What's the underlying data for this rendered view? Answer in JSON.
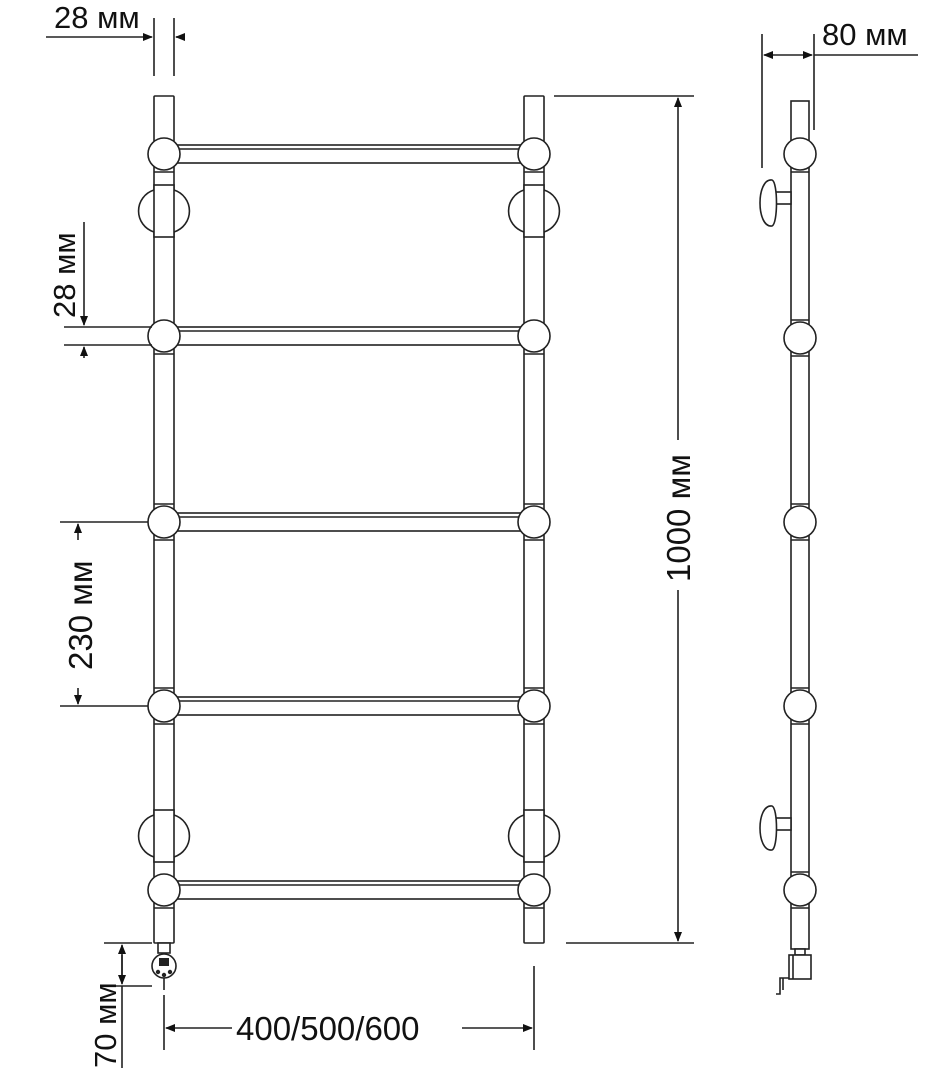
{
  "dimensions": {
    "pipe_diameter_top": "28 мм",
    "pipe_diameter_side": "28 мм",
    "depth": "80 мм",
    "height": "1000 мм",
    "rung_spacing": "230 мм",
    "bottom_offset": "70 мм",
    "width_options": "400/500/600"
  },
  "colors": {
    "line": "#222222",
    "background": "#ffffff"
  }
}
